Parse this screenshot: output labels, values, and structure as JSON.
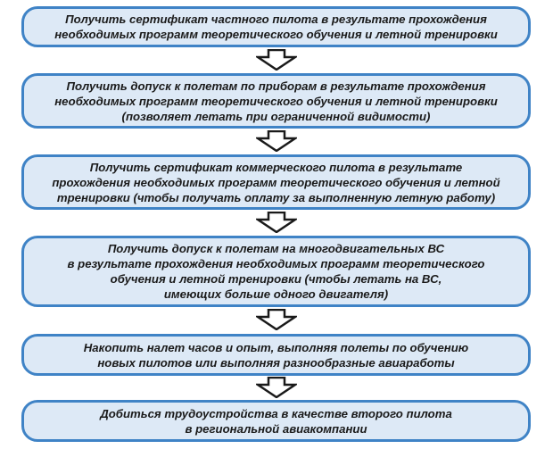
{
  "steps": [
    {
      "text": "Получить сертификат частного пилота в результате прохождения\nнеобходимых программ теоретического обучения и летной тренировки"
    },
    {
      "text": "Получить допуск к полетам по приборам в результате прохождения\nнеобходимых программ теоретического обучения и летной тренировки\n(позволяет летать при ограниченной видимости)"
    },
    {
      "text": "Получить сертификат коммерческого пилота в результате\nпрохождения необходимых программ теоретического обучения и летной\nтренировки (чтобы получать оплату за выполненную летную работу)"
    },
    {
      "text": "Получить допуск к полетам на многодвигательных ВС\nв результате прохождения необходимых программ теоретического\nобучения и летной тренировки (чтобы летать на ВС,\nимеющих больше одного двигателя)"
    },
    {
      "text": "Накопить налет часов и опыт, выполняя полеты по обучению\nновых пилотов или выполняя разнообразные авиаработы"
    },
    {
      "text": "Добиться трудоустройства в качестве второго пилота\nв региональной авиакомпании"
    }
  ],
  "colors": {
    "box_fill": "#dde9f6",
    "box_border": "#3f83c6",
    "arrow": "#1a1a1a"
  },
  "icons": {
    "arrow": "down-arrow-icon"
  }
}
